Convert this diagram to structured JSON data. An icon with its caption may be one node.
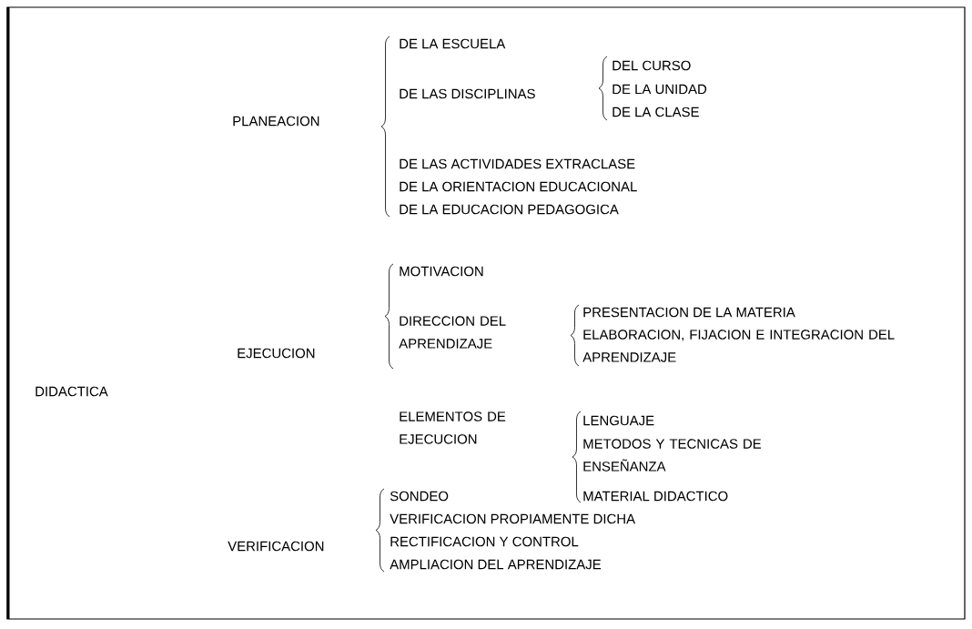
{
  "diagram": {
    "labels": [
      "DIDACTICA",
      "PLANEACION",
      "DE LA ESCUELA",
      "DE LAS DISCIPLINAS",
      "DEL CURSO",
      "DE LA UNIDAD",
      "DE LA CLASE",
      "DE LAS ACTIVIDADES EXTRACLASE",
      "DE LA ORIENTACION EDUCACIONAL",
      "DE LA EDUCACION PEDAGOGICA",
      "EJECUCION",
      "MOTIVACION",
      "DIRECCION DEL APRENDIZAJE",
      "PRESENTACION DE LA MATERIA",
      "ELABORACION, FIJACION E INTEGRACION DEL APRENDIZAJE",
      "ELEMENTOS DE EJECUCION",
      "LENGUAJE",
      "METODOS Y TECNICAS DE ENSEÑANZA",
      "MATERIAL DIDACTICO",
      "VERIFICACION",
      "SONDEO",
      "VERIFICACION PROPIAMENTE DICHA",
      "RECTIFICACION Y CONTROL",
      "AMPLIACION DEL APRENDIZAJE"
    ]
  }
}
